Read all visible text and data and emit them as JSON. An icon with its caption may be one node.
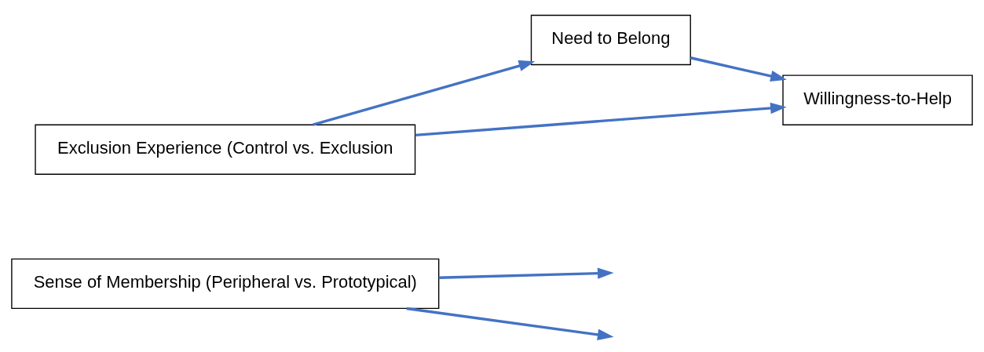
{
  "diagram": {
    "nodes": [
      {
        "text": [
          "Sense of Membership (Peripheral vs. Prototypical)"
        ]
      },
      {
        "text": [
          "Need to Belong"
        ]
      },
      {
        "text": [
          "Exclusion Experience (Control vs. Exclusion"
        ]
      },
      {
        "text": [
          "Willingness-to-Help"
        ]
      }
    ],
    "edges": [
      {
        "from": 2,
        "to": 1,
        "arrow": "to"
      },
      {
        "from": 1,
        "to": 3,
        "arrow": "to"
      },
      {
        "from": 2,
        "to": 3,
        "arrow": "to"
      },
      {
        "from": 0,
        "to": null,
        "arrow": "to"
      },
      {
        "from": 0,
        "to": null,
        "arrow": "to"
      }
    ]
  }
}
